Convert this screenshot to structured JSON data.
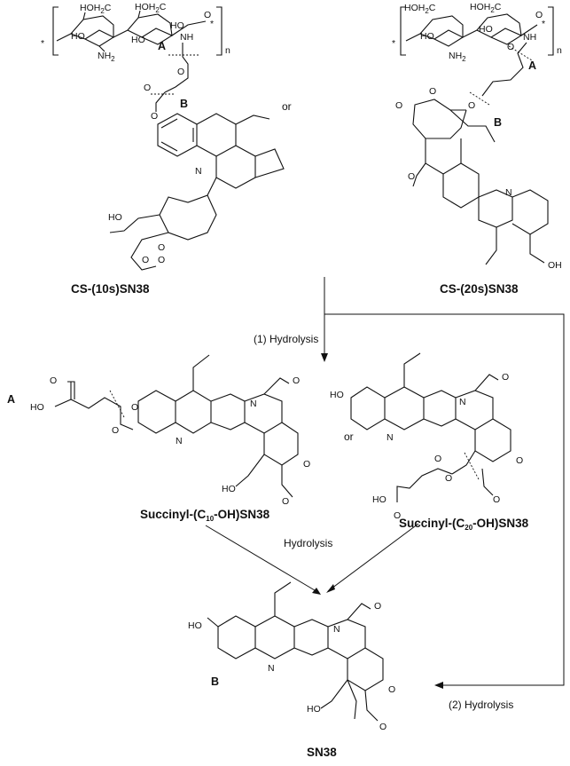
{
  "compounds": {
    "cs10s": {
      "caption": "CS-(10s)SN38"
    },
    "cs20s": {
      "caption": "CS-(20s)SN38"
    },
    "succ10": {
      "caption_pre": "Succinyl-(C",
      "caption_sub": "10",
      "caption_post": "-OH)SN38"
    },
    "succ20": {
      "caption_pre": "Succinyl-(C",
      "caption_sub": "20",
      "caption_post": "-OH)SN38"
    },
    "sn38": {
      "caption": "SN38"
    }
  },
  "connectors": {
    "or_top": "or",
    "or_middle": "or"
  },
  "bond_labels": {
    "a": "A",
    "b": "B"
  },
  "arrows": {
    "hydrolysis_1": "(1) Hydrolysis",
    "hydrolysis_middle": "Hydrolysis",
    "hydrolysis_2": "(2) Hydrolysis"
  },
  "atoms": {
    "ho": "HO",
    "oh": "OH",
    "o": "O",
    "n": "N",
    "nh": "NH",
    "nh2": "NH",
    "sub2": "2",
    "hoh2c": "HOH",
    "c": "C",
    "n_repeat": "n",
    "star": "*"
  }
}
